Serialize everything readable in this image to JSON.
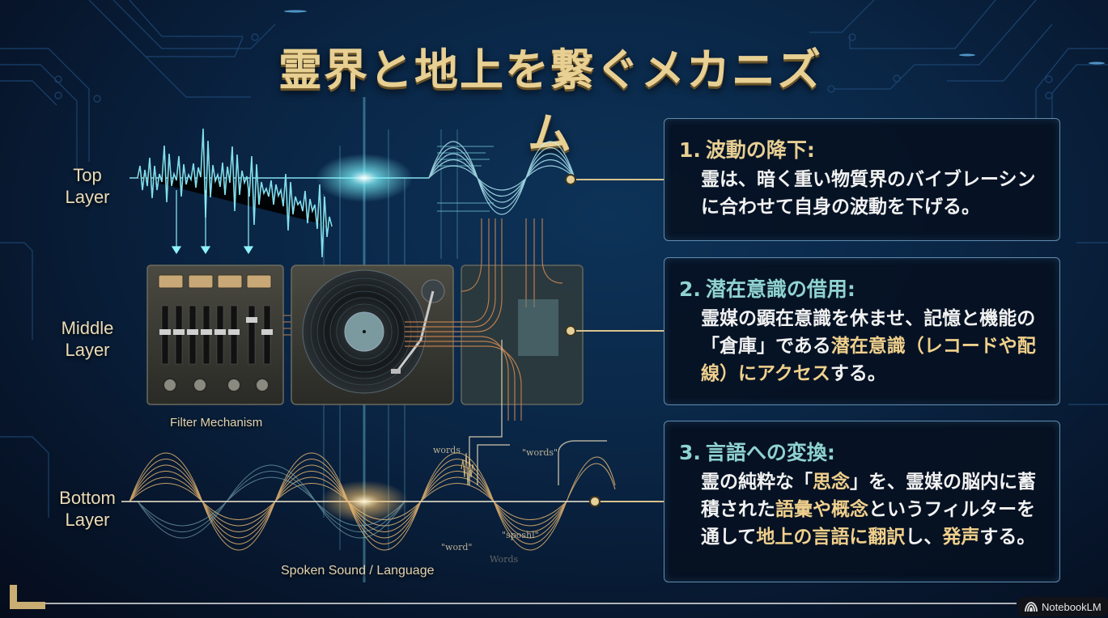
{
  "title": "霊界と地上を繋ぐメカニズム",
  "layers": [
    {
      "line1": "Top",
      "line2": "Layer"
    },
    {
      "line1": "Middle",
      "line2": "Layer"
    },
    {
      "line1": "Bottom",
      "line2": "Layer"
    }
  ],
  "diagram": {
    "filter_caption": "Filter Mechanism",
    "spoken_caption": "Spoken Sound / Language",
    "floating_words": [
      "words",
      "\"words\"",
      "\"word\"",
      "\"sposhl\"",
      "Words"
    ]
  },
  "cards": [
    {
      "number": "1.",
      "heading": "波動の降下:",
      "heading_color": "#e8cf92",
      "body_segments": [
        {
          "text": "霊は、暗く重い物質界のバイブレーシンに合わせて自身の波動を下げる。",
          "highlight": false
        }
      ]
    },
    {
      "number": "2.",
      "heading": "潜在意識の借用:",
      "heading_color": "#8fd3cf",
      "body_segments": [
        {
          "text": "霊媒の顕在意識を休ませ、記憶と機能の「倉庫」である",
          "highlight": false
        },
        {
          "text": "潜在意識（レコードや配線）にアクセス",
          "highlight": true
        },
        {
          "text": "する。",
          "highlight": false
        }
      ]
    },
    {
      "number": "3.",
      "heading": "言語への変換:",
      "heading_color": "#8fd3cf",
      "body_segments": [
        {
          "text": "霊の純粋な「",
          "highlight": false
        },
        {
          "text": "思念",
          "highlight": true
        },
        {
          "text": "」を、霊媒の脳内に蓄積された",
          "highlight": false
        },
        {
          "text": "語彙や概念",
          "highlight": true
        },
        {
          "text": "というフィルターを通して",
          "highlight": false
        },
        {
          "text": "地上の言語に翻訳",
          "highlight": true
        },
        {
          "text": "し、",
          "highlight": false
        },
        {
          "text": "発声",
          "highlight": true
        },
        {
          "text": "する。",
          "highlight": false
        }
      ]
    }
  ],
  "colors": {
    "gold": "#e8cf92",
    "teal": "#8fd3cf",
    "card_border": "#5f8cae",
    "background": "#0a2646"
  },
  "watermark": {
    "icon": "notebooklm-icon",
    "label": "NotebookLM"
  }
}
